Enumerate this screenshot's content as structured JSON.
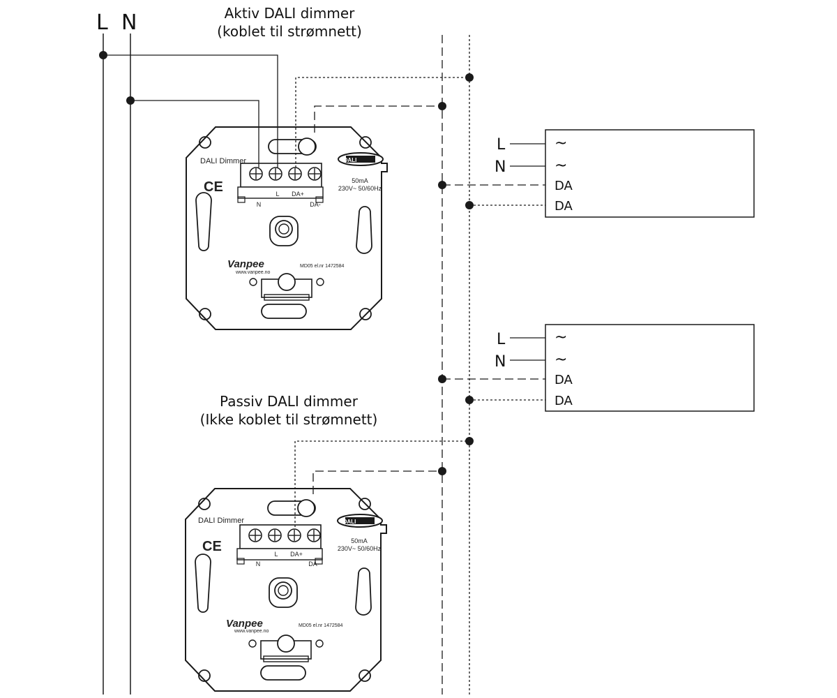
{
  "rails": {
    "l_label": "L",
    "n_label": "N"
  },
  "active_title": {
    "line1": "Aktiv DALI dimmer",
    "line2": "(koblet til strømnett)"
  },
  "passive_title": {
    "line1": "Passiv DALI dimmer",
    "line2": "(Ikke koblet til strømnett)"
  },
  "dimmer": {
    "name": "DALI  Dimmer",
    "logo": "DALI",
    "ce": "CE",
    "rating_current": "50mA",
    "rating_voltage": "230V~ 50/60Hz",
    "terminal_n": "N",
    "terminal_l": "L",
    "terminal_dap": "DA+",
    "terminal_dam": "DA-",
    "brand": "Vanpee",
    "website": "www.vanpee.no",
    "model": "MD05 el.nr 1472584"
  },
  "drivers": [
    {
      "l": "L",
      "n": "N",
      "tilde_l": "~",
      "tilde_n": "~",
      "da1": "DA",
      "da2": "DA"
    },
    {
      "l": "L",
      "n": "N",
      "tilde_l": "~",
      "tilde_n": "~",
      "da1": "DA",
      "da2": "DA"
    }
  ],
  "colors": {
    "line": "#1a1a1a",
    "plate": "#ffffff",
    "bg": "#ffffff"
  }
}
